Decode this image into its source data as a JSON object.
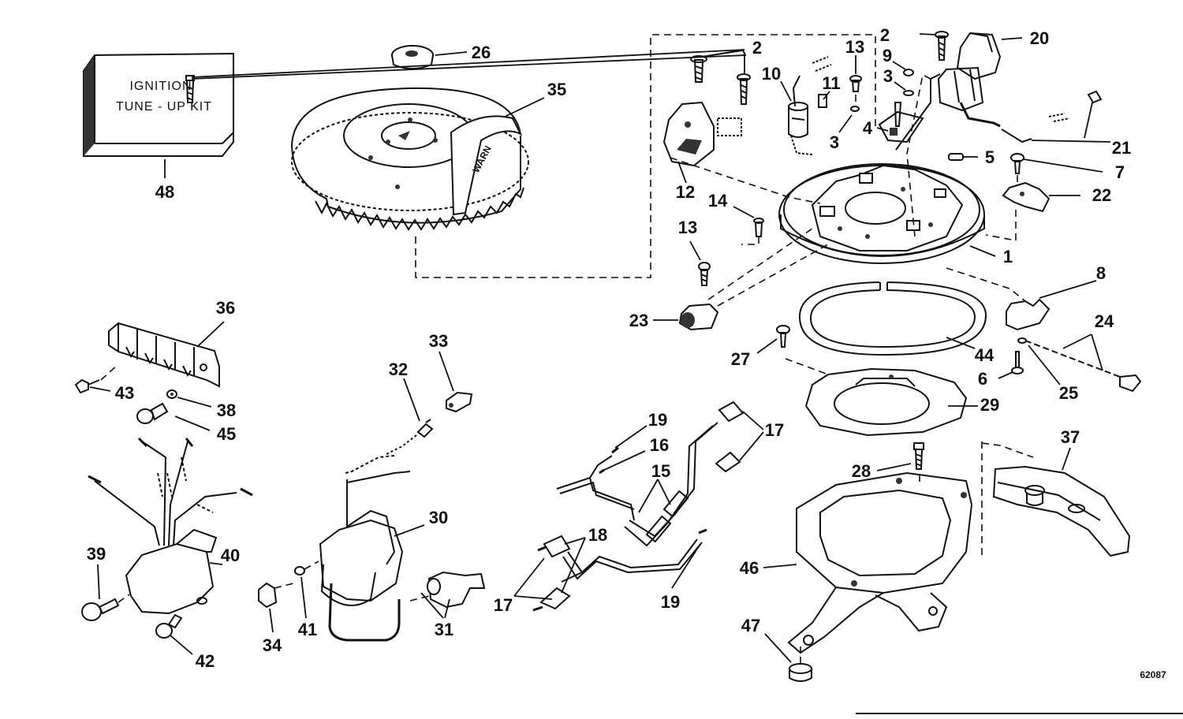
{
  "kit_box": {
    "line1": "IGNITION",
    "line2": "TUNE - UP KIT"
  },
  "flywheel_text": "WARN",
  "drawing_code": "62087",
  "callouts": {
    "c48": "48",
    "c26": "26",
    "c35": "35",
    "c36": "36",
    "c43": "43",
    "c38": "38",
    "c45": "45",
    "c39": "39",
    "c40": "40",
    "c42": "42",
    "c32": "32",
    "c33": "33",
    "c30": "30",
    "c34": "34",
    "c41": "41",
    "c31": "31",
    "c19a": "19",
    "c16": "16",
    "c15": "15",
    "c17a": "17",
    "c18": "18",
    "c17b": "17",
    "c19b": "19",
    "c2a": "2",
    "c2b": "2",
    "c13a": "13",
    "c9": "9",
    "c20": "20",
    "c10": "10",
    "c11": "11",
    "c3a": "3",
    "c3b": "3",
    "c4": "4",
    "c21": "21",
    "c5": "5",
    "c7": "7",
    "c12": "12",
    "c14": "14",
    "c22": "22",
    "c13b": "13",
    "c1": "1",
    "c8": "8",
    "c23": "23",
    "c24": "24",
    "c27": "27",
    "c44": "44",
    "c6": "6",
    "c25": "25",
    "c29": "29",
    "c28": "28",
    "c37": "37",
    "c46": "46",
    "c47": "47"
  }
}
